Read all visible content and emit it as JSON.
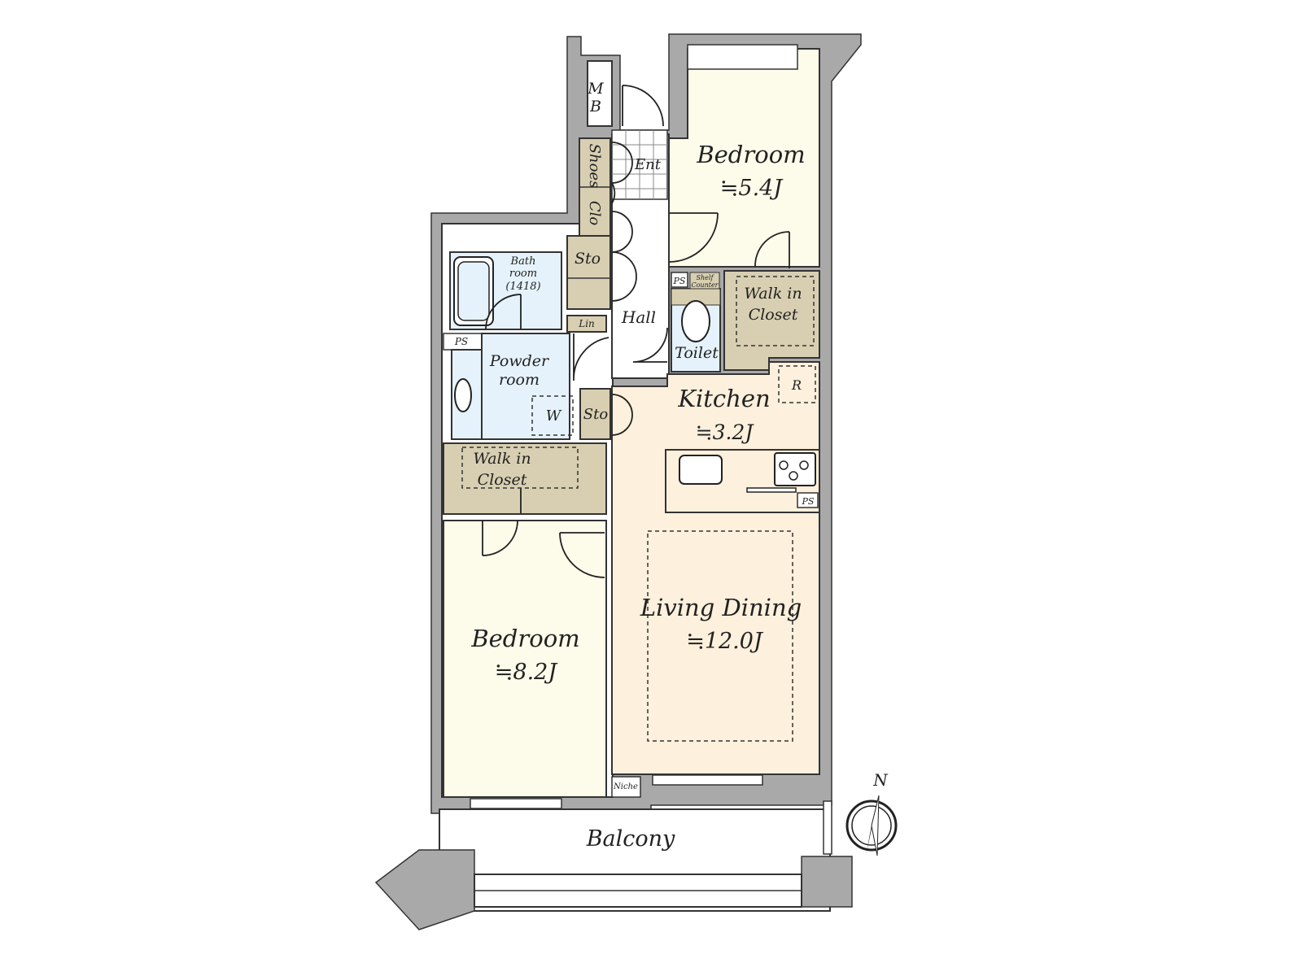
{
  "colors": {
    "wall": "#a9a9a9",
    "bedroom": "#fdfbea",
    "living": "#fdf0dc",
    "wet": "#e5f2fb",
    "storage": "#d8cfb2"
  },
  "rooms": {
    "bedroom_north": {
      "name": "Bedroom",
      "size": "≒5.4J"
    },
    "bedroom_south": {
      "name": "Bedroom",
      "size": "≒8.2J"
    },
    "kitchen": {
      "name": "Kitchen",
      "size": "≒3.2J"
    },
    "living_dining": {
      "name": "Living Dining",
      "size": "≒12.0J"
    },
    "balcony": "Balcony",
    "hall": "Hall",
    "entrance": "Ent",
    "toilet": "Toilet",
    "powder_room": [
      "Powder",
      "room"
    ],
    "bath_room": [
      "Bath",
      "room",
      "(1418)"
    ],
    "walk_in_closet": [
      "Walk in",
      "Closet"
    ],
    "shoes": "Shoes",
    "clo": "Clo",
    "sto": "Sto",
    "lin": "Lin",
    "mb": [
      "M",
      "B"
    ],
    "ps": "PS",
    "shelf_counter": [
      "Shelf",
      "Counter"
    ],
    "w": "W",
    "r": "R",
    "niche": "Niche"
  },
  "compass": "N"
}
